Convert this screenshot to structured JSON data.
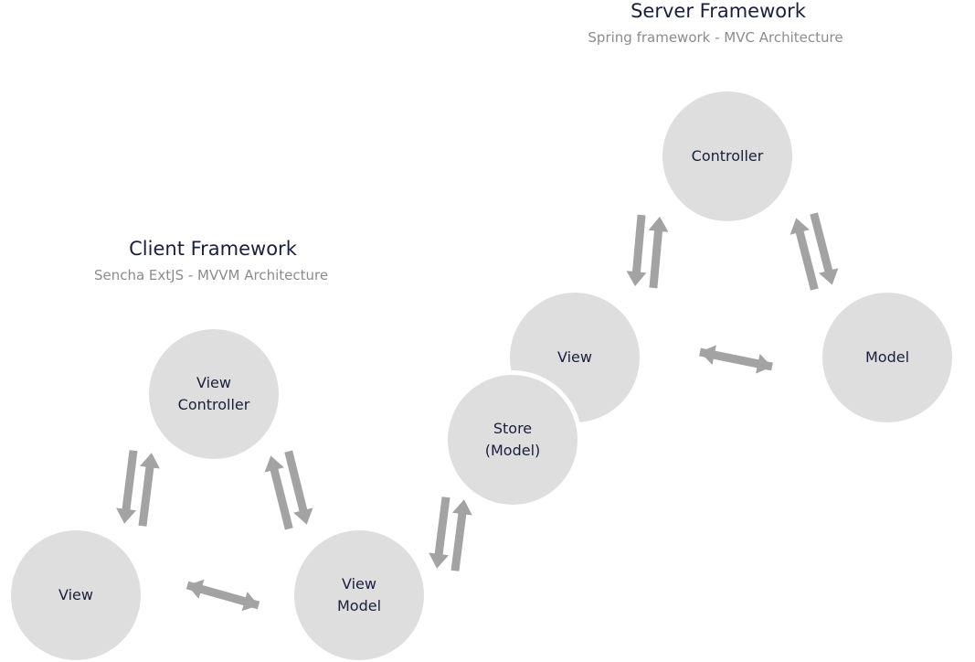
{
  "colors": {
    "circle_fill": "#dedede",
    "arrow_fill": "#a3a3a3",
    "title_text": "#1a1f3d",
    "subtitle_text": "#8c8c8c"
  },
  "server": {
    "title": "Server Framework",
    "subtitle": "Spring framework - MVC Architecture",
    "nodes": {
      "controller": {
        "line1": "Controller"
      },
      "view": {
        "line1": "View"
      },
      "model": {
        "line1": "Model"
      }
    }
  },
  "client": {
    "title": "Client Framework",
    "subtitle": "Sencha ExtJS - MVVM Architecture",
    "nodes": {
      "view_controller": {
        "line1": "View",
        "line2": "Controller"
      },
      "view": {
        "line1": "View"
      },
      "view_model": {
        "line1": "View",
        "line2": "Model"
      },
      "store": {
        "line1": "Store",
        "line2": "(Model)"
      }
    }
  }
}
